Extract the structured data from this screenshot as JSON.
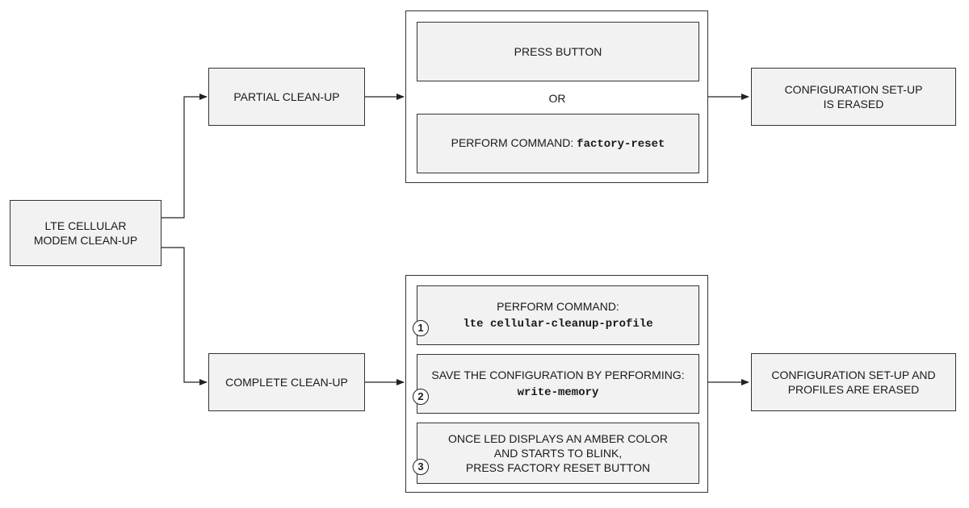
{
  "root": {
    "line1": "LTE CELLULAR",
    "line2": "MODEM CLEAN-UP"
  },
  "partial": {
    "label": "PARTIAL CLEAN-UP",
    "option1": "PRESS BUTTON",
    "or_label": "OR",
    "option2_prefix": "PERFORM COMMAND:",
    "option2_command": "factory-reset",
    "result_line1": "CONFIGURATION SET-UP",
    "result_line2": "IS ERASED"
  },
  "complete": {
    "label": "COMPLETE CLEAN-UP",
    "steps": [
      {
        "number": "1",
        "line1": "PERFORM COMMAND:",
        "command": "lte cellular-cleanup-profile"
      },
      {
        "number": "2",
        "line1": "SAVE THE CONFIGURATION BY PERFORMING:",
        "command": "write-memory"
      },
      {
        "number": "3",
        "line1": "ONCE LED DISPLAYS AN AMBER COLOR",
        "line2": "AND STARTS TO BLINK,",
        "line3": "PRESS FACTORY RESET BUTTON"
      }
    ],
    "result_line1": "CONFIGURATION SET-UP AND",
    "result_line2": "PROFILES ARE ERASED"
  },
  "colors": {
    "box_fill": "#f2f2f2",
    "stroke": "#333333"
  }
}
